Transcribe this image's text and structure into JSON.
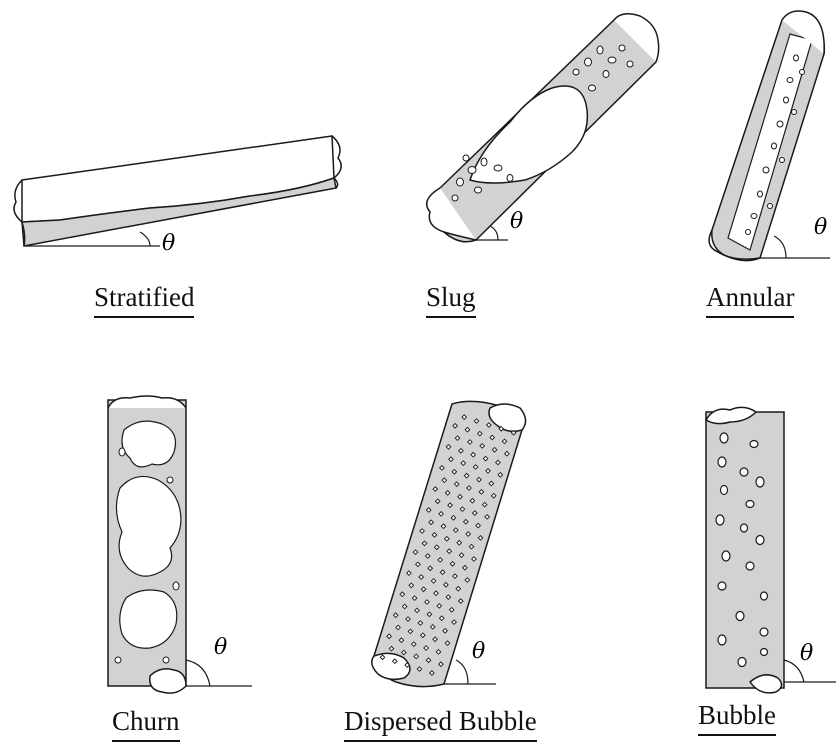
{
  "angle_symbol": "θ",
  "colors": {
    "liquid": "#d2d2d2",
    "gas": "#ffffff",
    "outline": "#1a1a1a",
    "bubble": "#ffffff"
  },
  "patterns": [
    {
      "id": "stratified",
      "label": "Stratified",
      "orientation": "near-horizontal"
    },
    {
      "id": "slug",
      "label": "Slug",
      "orientation": "inclined"
    },
    {
      "id": "annular",
      "label": "Annular",
      "orientation": "near-vertical"
    },
    {
      "id": "churn",
      "label": "Churn",
      "orientation": "vertical"
    },
    {
      "id": "dispersed-bubble",
      "label": "Dispersed Bubble",
      "orientation": "near-vertical"
    },
    {
      "id": "bubble",
      "label": "Bubble",
      "orientation": "vertical"
    }
  ]
}
